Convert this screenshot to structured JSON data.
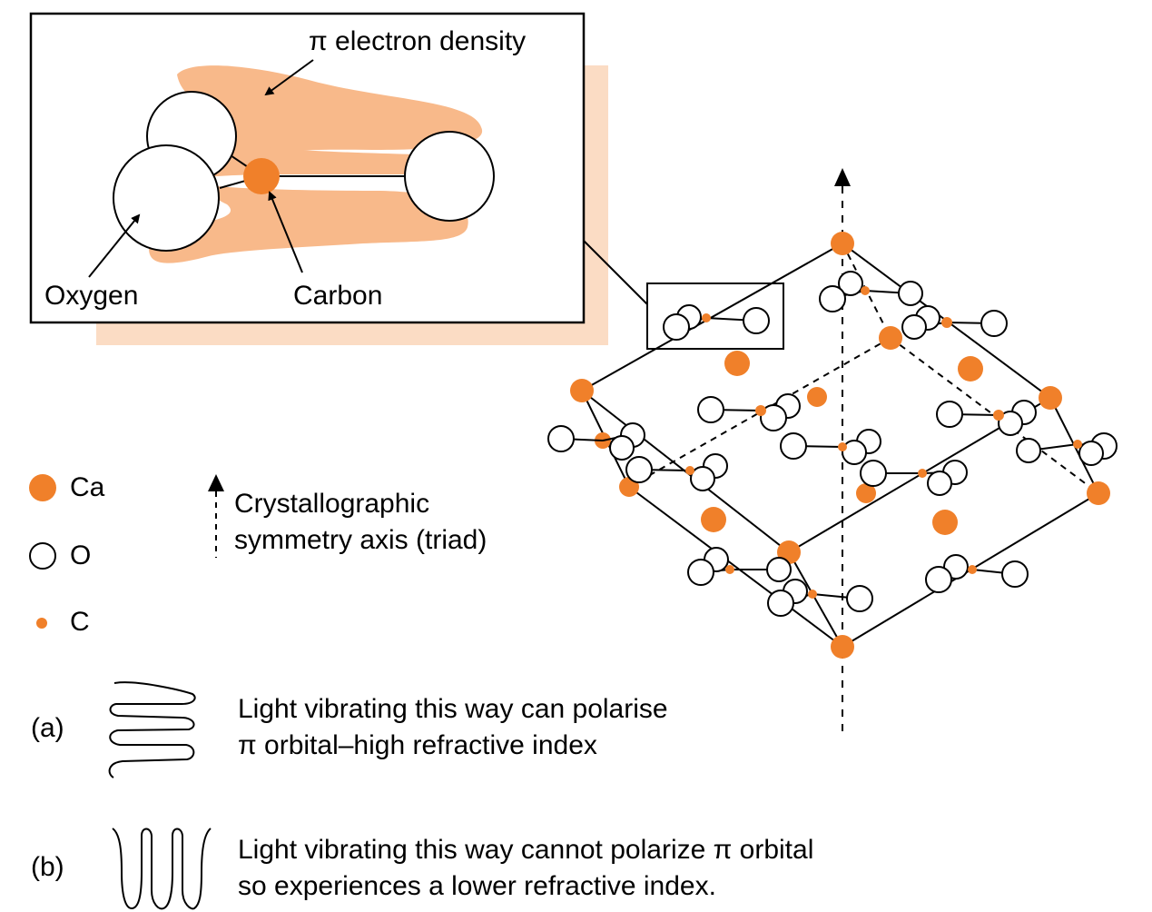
{
  "inset": {
    "pi_label": "π electron density",
    "oxygen_label": "Oxygen",
    "carbon_label": "Carbon"
  },
  "legend": {
    "ca": "Ca",
    "o": "O",
    "c": "C",
    "axis_line1": "Crystallographic",
    "axis_line2": "symmetry axis (triad)"
  },
  "notes": {
    "a_label": "(a)",
    "a_line1": "Light vibrating this way can polarise",
    "a_line2": "π orbital–high refractive index",
    "b_label": "(b)",
    "b_line1": "Light vibrating this way cannot polarize π orbital",
    "b_line2": "so experiences a lower refractive index."
  },
  "colors": {
    "calcium": "#f0802a",
    "pi_density": "#f8b98a",
    "shadow": "#fbdcc4",
    "line": "#000000"
  }
}
